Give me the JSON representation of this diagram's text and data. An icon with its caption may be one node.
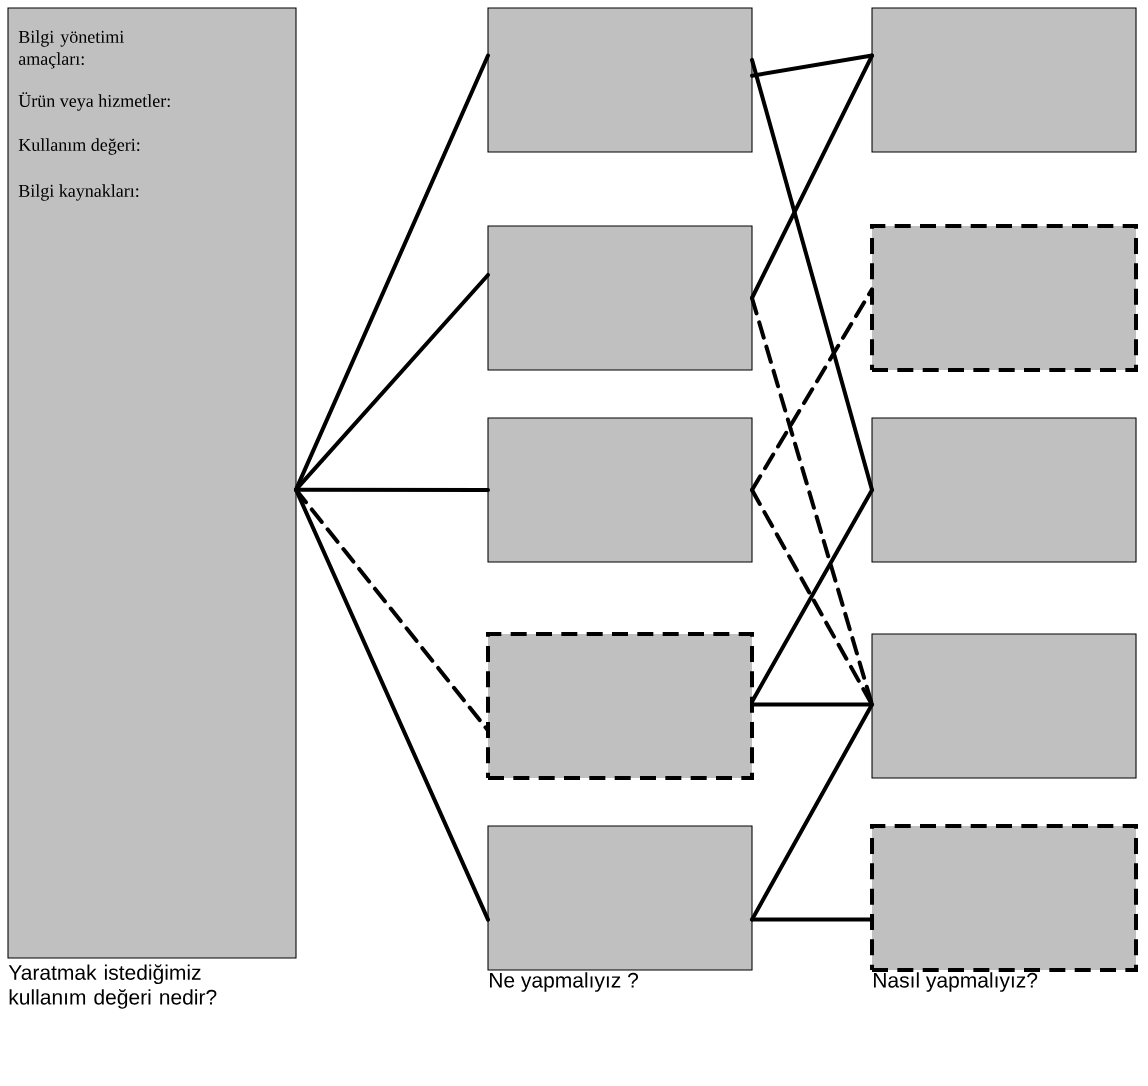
{
  "diagram": {
    "nodes": [
      {
        "text": [
          "Bilgi yönetimi amaçları:",
          "Ürün veya hizmetler:",
          "Kullanım değeri:",
          "Bilgi kaynakları:"
        ],
        "beside": [
          "Yaratmak istediğimiz kullanım değeri nedir?"
        ]
      },
      {
        "text": [],
        "shape": "box"
      },
      {
        "text": [],
        "shape": "box"
      },
      {
        "text": [],
        "shape": "box"
      },
      {
        "text": [],
        "shape": "box"
      },
      {
        "text": [],
        "shape": "box"
      },
      {
        "text": [],
        "shape": "box"
      },
      {
        "text": [],
        "shape": "box"
      },
      {
        "text": [],
        "shape": "box"
      },
      {
        "text": [],
        "shape": "box"
      },
      {
        "text": [],
        "shape": "box"
      }
    ],
    "edges": [
      {
        "from": 0,
        "to": 1,
        "arrow": "none"
      },
      {
        "from": 0,
        "to": 2,
        "arrow": "none"
      },
      {
        "from": 0,
        "to": 3,
        "arrow": "none"
      },
      {
        "from": 0,
        "to": 4,
        "arrow": "none",
        "style": "dashed"
      },
      {
        "from": 0,
        "to": 5,
        "arrow": "none"
      },
      {
        "from": 1,
        "to": 6,
        "arrow": "none"
      },
      {
        "from": 1,
        "to": 8,
        "arrow": "none"
      },
      {
        "from": 2,
        "to": 6,
        "arrow": "none"
      },
      {
        "from": 2,
        "to": 9,
        "arrow": "none",
        "style": "dashed"
      },
      {
        "from": 3,
        "to": 7,
        "arrow": "none",
        "style": "dashed"
      },
      {
        "from": 3,
        "to": 9,
        "arrow": "none",
        "style": "dashed"
      },
      {
        "from": 4,
        "to": 8,
        "arrow": "none"
      },
      {
        "from": 4,
        "to": 9,
        "arrow": "none"
      },
      {
        "from": 5,
        "to": 9,
        "arrow": "none"
      },
      {
        "from": 5,
        "to": 10,
        "arrow": "none"
      }
    ],
    "labels": [
      "Ne yapmalıyız ?",
      "Nasıl yapmalıyız?"
    ]
  }
}
